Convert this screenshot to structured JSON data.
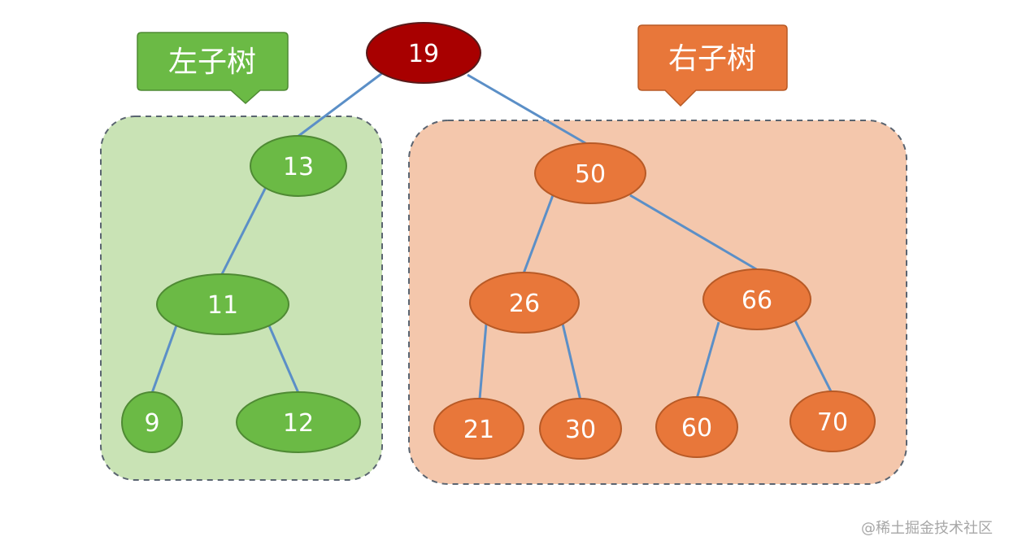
{
  "callouts": {
    "left": "左子树",
    "right": "右子树"
  },
  "tree": {
    "root": "19",
    "left_subtree": {
      "n13": "13",
      "n11": "11",
      "n9": "9",
      "n12": "12"
    },
    "right_subtree": {
      "n50": "50",
      "n26": "26",
      "n66": "66",
      "n21": "21",
      "n30": "30",
      "n60": "60",
      "n70": "70"
    },
    "edges": [
      [
        "19",
        "13"
      ],
      [
        "19",
        "50"
      ],
      [
        "13",
        "11"
      ],
      [
        "11",
        "9"
      ],
      [
        "11",
        "12"
      ],
      [
        "50",
        "26"
      ],
      [
        "50",
        "66"
      ],
      [
        "26",
        "21"
      ],
      [
        "26",
        "30"
      ],
      [
        "66",
        "60"
      ],
      [
        "66",
        "70"
      ]
    ]
  },
  "colors": {
    "root_fill": "#a80000",
    "left_node_fill": "#6bba45",
    "right_node_fill": "#e8773a",
    "left_region_fill": "#c9e3b5",
    "right_region_fill": "#f4c7ac",
    "edge": "#5b8fc7"
  },
  "watermark": "@稀土掘金技术社区"
}
